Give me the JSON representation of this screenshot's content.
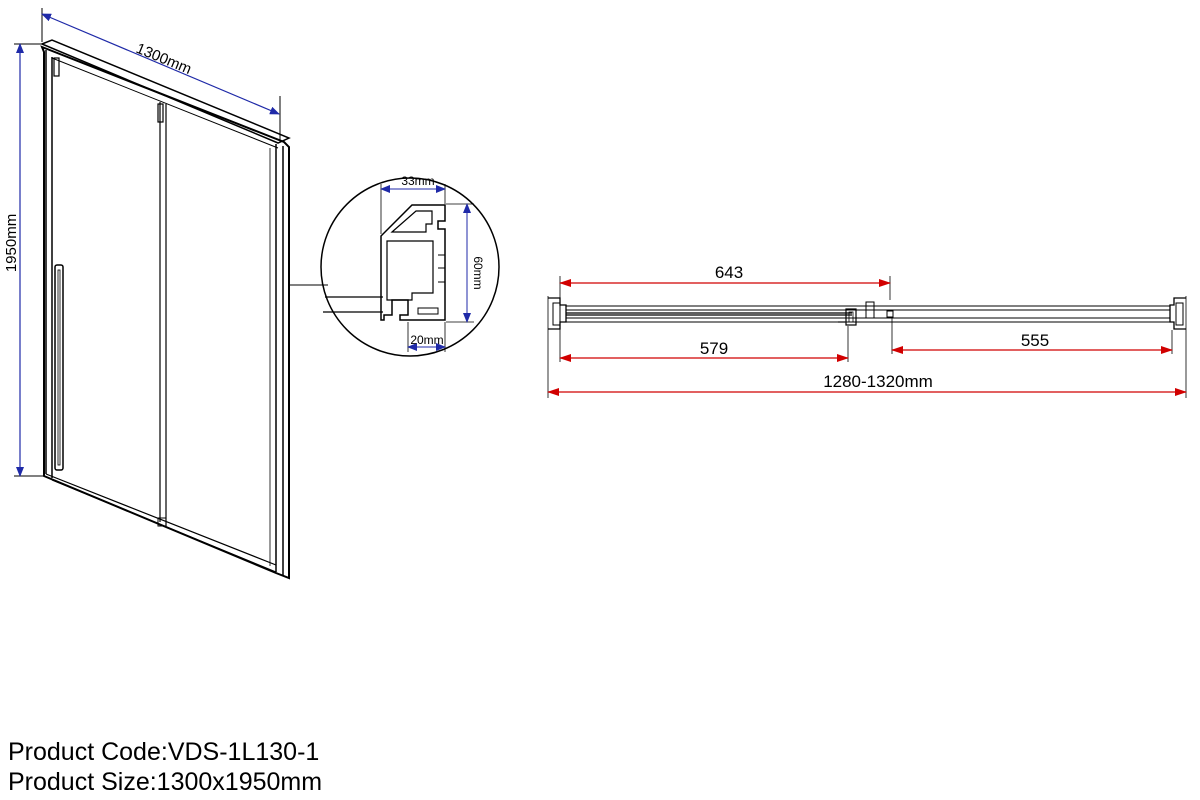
{
  "dimensions": {
    "width": "1300mm",
    "height": "1950mm",
    "profile_depth": "33mm",
    "profile_height": "60mm",
    "profile_base": "20mm",
    "top_span": "643",
    "bottom_left_span": "579",
    "bottom_right_span": "555",
    "overall_range": "1280-1320mm"
  },
  "product": {
    "code_text": "Product Code:VDS-1L130-1",
    "size_text": "Product Size:1300x1950mm"
  },
  "colors": {
    "outline": "#000000",
    "blue_dimension": "#1f2aa8",
    "red_dimension": "#d10000"
  }
}
